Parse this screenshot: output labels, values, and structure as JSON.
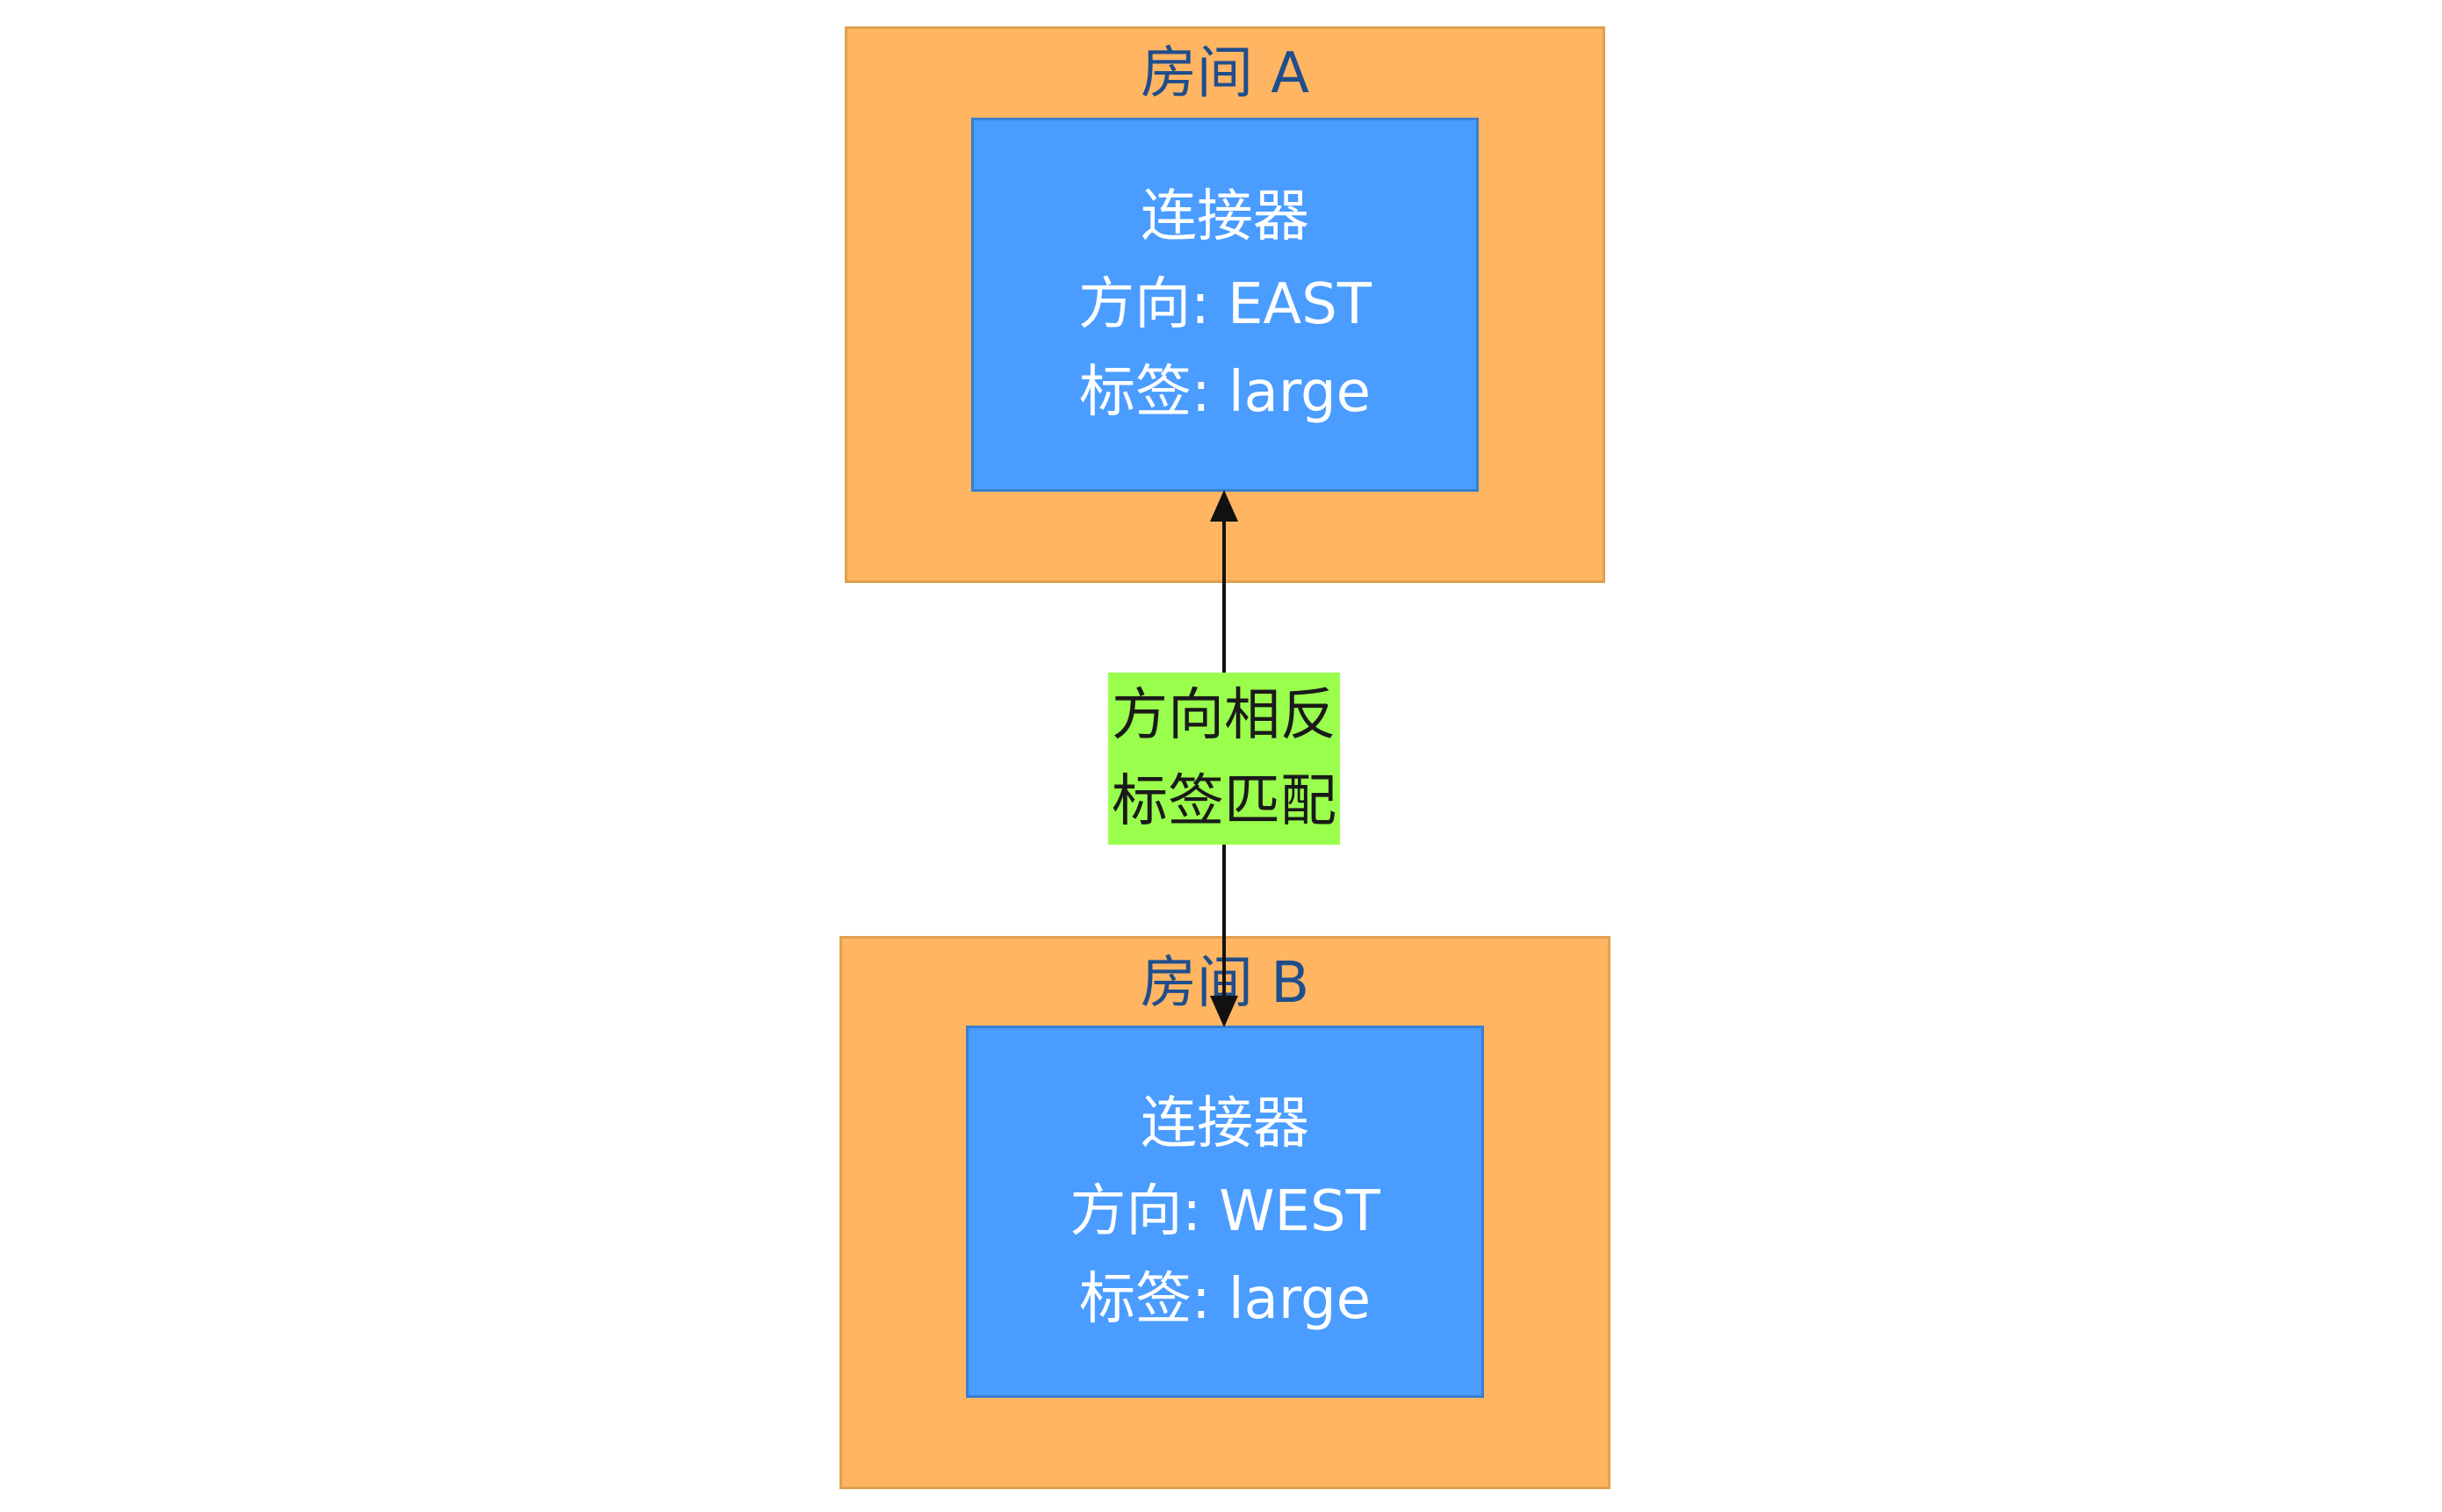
{
  "room_a": {
    "title": "房间 A",
    "connector": {
      "name": "连接器",
      "direction": "方向: EAST",
      "tag": "标签: large"
    }
  },
  "room_b": {
    "title": "房间 B",
    "connector": {
      "name": "连接器",
      "direction": "方向: WEST",
      "tag": "标签: large"
    }
  },
  "edge": {
    "label_line1": "方向相反",
    "label_line2": "标签匹配"
  },
  "colors": {
    "room_fill": "#FFB562",
    "connector_fill": "#4A9CFF",
    "edge_label_fill": "#99FF4C",
    "room_title_text": "#1F4E8C"
  }
}
